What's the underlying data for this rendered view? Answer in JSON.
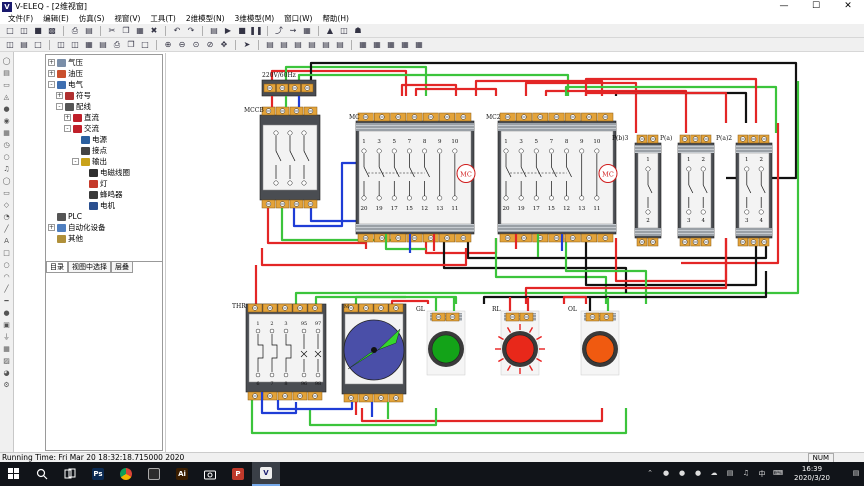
{
  "window": {
    "title": "V-ELEQ - [2维视窗]",
    "min_icon": "minimize-icon",
    "max_icon": "maximize-icon",
    "close_icon": "close-icon"
  },
  "menu": [
    "文件(F)",
    "编辑(E)",
    "仿真(S)",
    "视窗(V)",
    "工具(T)",
    "2维模型(N)",
    "3维模型(M)",
    "窗口(W)",
    "帮助(H)"
  ],
  "tree": {
    "items": [
      {
        "label": "气压",
        "level": 0,
        "expander": "+",
        "color": "#7a8ea8"
      },
      {
        "label": "油压",
        "level": 0,
        "expander": "+",
        "color": "#c94f2d"
      },
      {
        "label": "电气",
        "level": 0,
        "expander": "-",
        "color": "#3f6fb0"
      },
      {
        "label": "符号",
        "level": 1,
        "expander": "+",
        "color": "#b03030"
      },
      {
        "label": "配线",
        "level": 1,
        "expander": "-",
        "color": "#555555"
      },
      {
        "label": "直流",
        "level": 2,
        "expander": "+",
        "color": "#c0202a"
      },
      {
        "label": "交流",
        "level": 2,
        "expander": "-",
        "color": "#c0202a"
      },
      {
        "label": "电源",
        "level": 3,
        "expander": "",
        "color": "#2b5f9e"
      },
      {
        "label": "接点",
        "level": 3,
        "expander": "",
        "color": "#444444"
      },
      {
        "label": "输出",
        "level": 3,
        "expander": "-",
        "color": "#c9a21a"
      },
      {
        "label": "电磁线圈",
        "level": 4,
        "expander": "",
        "color": "#2f2f2f"
      },
      {
        "label": "灯",
        "level": 4,
        "expander": "",
        "color": "#c53a2a"
      },
      {
        "label": "蜂鸣器",
        "level": 4,
        "expander": "",
        "color": "#3a3a3a"
      },
      {
        "label": "电机",
        "level": 4,
        "expander": "",
        "color": "#2a4f8f"
      },
      {
        "label": "PLC",
        "level": 0,
        "expander": "",
        "color": "#555555"
      },
      {
        "label": "自动化设备",
        "level": 0,
        "expander": "+",
        "color": "#4f7fc0"
      },
      {
        "label": "其他",
        "level": 0,
        "expander": "",
        "color": "#b0903a"
      }
    ],
    "tabs": [
      "目录",
      "视图中选择",
      "层叠"
    ]
  },
  "canvas": {
    "power_label": "220V/60Hz",
    "breaker_label": "MCCB",
    "contactor1_label": "MC",
    "contactor2_label": "MC2",
    "contactor_badge": "MC",
    "relay1_label": "P(b)3",
    "relay2_label": "P(a)",
    "relay3_label": "P(a)2",
    "thermal_label": "THR",
    "motor_label": "M",
    "lamp_gl_label": "GL",
    "lamp_rl_label": "RL",
    "lamp_ol_label": "OL",
    "contactor_top_terminals": [
      "1",
      "3",
      "5",
      "7",
      "8",
      "9",
      "10"
    ],
    "contactor_bottom_terminals": [
      "20",
      "19",
      "17",
      "15",
      "12",
      "13",
      "11"
    ],
    "thr_top_terminals": [
      "1",
      "2",
      "3",
      "95",
      "97"
    ],
    "thr_bottom_terminals": [
      "6",
      "7",
      "8",
      "96",
      "98"
    ],
    "relay_terminals": [
      "1",
      "2",
      "3",
      "4"
    ],
    "colors": {
      "red": "#e32626",
      "green": "#3cc43c",
      "blue": "#1f3dd6",
      "black": "#111111",
      "terminal": "#e3a33a",
      "green_lamp": "#13a318",
      "red_lamp": "#e8281a",
      "orange_lamp": "#f05a10",
      "motor": "#4a4fa8"
    }
  },
  "status": {
    "text": "Running Time: Fri Mar 20 18:32:18.715000 2020",
    "num": "NUM"
  },
  "taskbar": {
    "time": "16:39",
    "date": "2020/3/20",
    "ime": "中",
    "apps": [
      {
        "name": "windows-start-icon",
        "color": "#2d8cf0",
        "text": ""
      },
      {
        "name": "search-icon",
        "color": "#3a3a3a",
        "text": ""
      },
      {
        "name": "task-view-icon",
        "color": "#3a3a3a",
        "text": ""
      },
      {
        "name": "photoshop-icon",
        "color": "#0b2a52",
        "text": "Ps"
      },
      {
        "name": "chrome-icon",
        "color": "#e6b800",
        "text": ""
      },
      {
        "name": "calculator-icon",
        "color": "#2c2c2c",
        "text": ""
      },
      {
        "name": "illustrator-icon",
        "color": "#3a1d00",
        "text": "Ai"
      },
      {
        "name": "camera-icon",
        "color": "#2c2c2c",
        "text": ""
      },
      {
        "name": "powerpoint-icon",
        "color": "#c0392b",
        "text": "P"
      },
      {
        "name": "v-eleq-icon",
        "color": "#eeeeee",
        "text": ""
      }
    ]
  }
}
